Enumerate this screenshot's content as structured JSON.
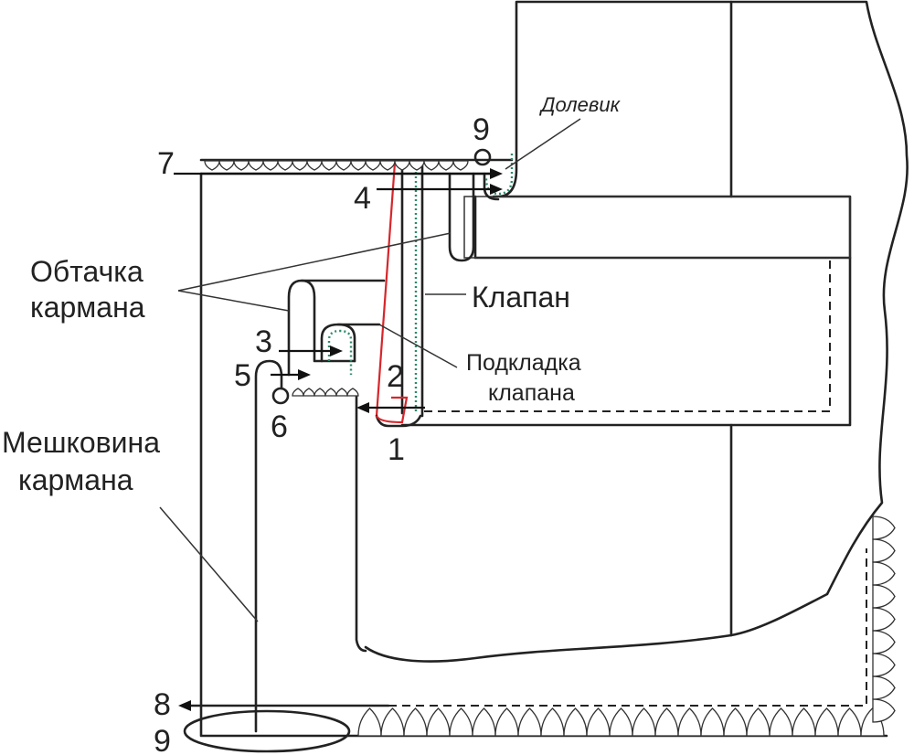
{
  "labels": {
    "dolevik": "Долевик",
    "obtachka_1": "Обтачка",
    "obtachka_2": "кармана",
    "klapan": "Клапан",
    "podkladka_1": "Подкладка",
    "podkladka_2": "клапана",
    "meshkovina_1": "Мешковина",
    "meshkovina_2": "кармана"
  },
  "numbers": {
    "n1": "1",
    "n2": "2",
    "n3": "3",
    "n4": "4",
    "n5": "5",
    "n6": "6",
    "n7": "7",
    "n8": "8",
    "n9_top": "9",
    "n9_bottom": "9"
  },
  "colors": {
    "outline": "#222222",
    "seam_red": "#d6262b",
    "seam_dotted": "#2a8a6a"
  }
}
